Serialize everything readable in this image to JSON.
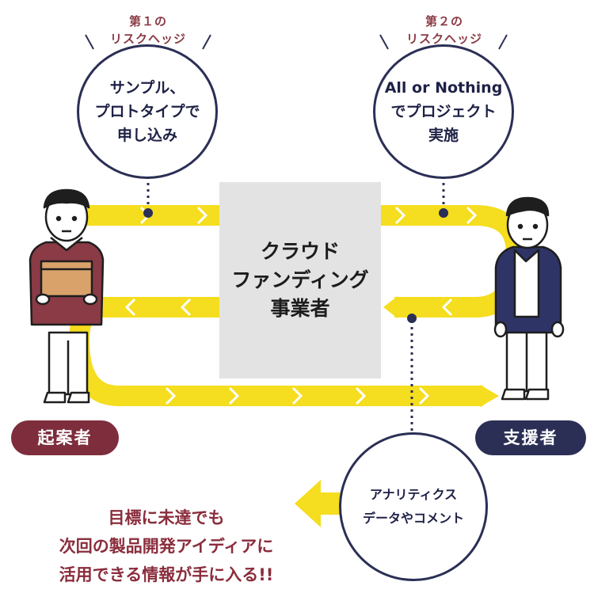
{
  "colors": {
    "arrow": "#f5dd1f",
    "navy": "#2b2f55",
    "maroon": "#7d2d3c",
    "gray": "#e3e3e3"
  },
  "hedge1": {
    "caption_line1": "第１の",
    "caption_line2": "リスクヘッジ",
    "text": "サンプル、\nプロトタイプで\n申し込み"
  },
  "hedge2": {
    "caption_line1": "第２の",
    "caption_line2": "リスクヘッジ",
    "text": "All or Nothing\nでプロジェクト\n実施"
  },
  "platform": {
    "label": "クラウド\nファンディング\n事業者"
  },
  "creator": {
    "label": "起案者"
  },
  "supporter": {
    "label": "支援者"
  },
  "analytics": {
    "text": "アナリティクス\nデータやコメント"
  },
  "message": {
    "text": "目標に未達でも\n次回の製品開発アイディアに\n活用できる情報が手に入る!!"
  }
}
